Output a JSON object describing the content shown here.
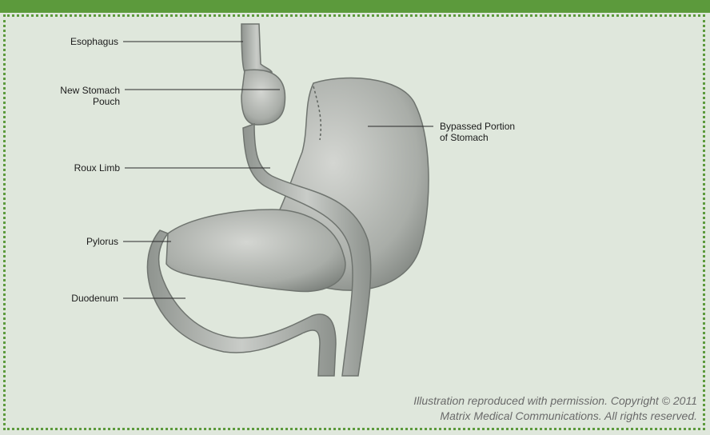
{
  "labels": {
    "esophagus": "Esophagus",
    "new_stomach_pouch_line1": "New Stomach",
    "new_stomach_pouch_line2": "Pouch",
    "roux_limb": "Roux Limb",
    "pylorus": "Pylorus",
    "duodenum": "Duodenum",
    "bypassed_line1": "Bypassed Portion",
    "bypassed_line2": "of Stomach"
  },
  "credit": {
    "line1": "Illustration reproduced with permission. Copyright © 2011",
    "line2": "Matrix Medical Communications. All rights reserved."
  },
  "colors": {
    "accent": "#5c9a3c",
    "background": "#dfe7dc"
  }
}
